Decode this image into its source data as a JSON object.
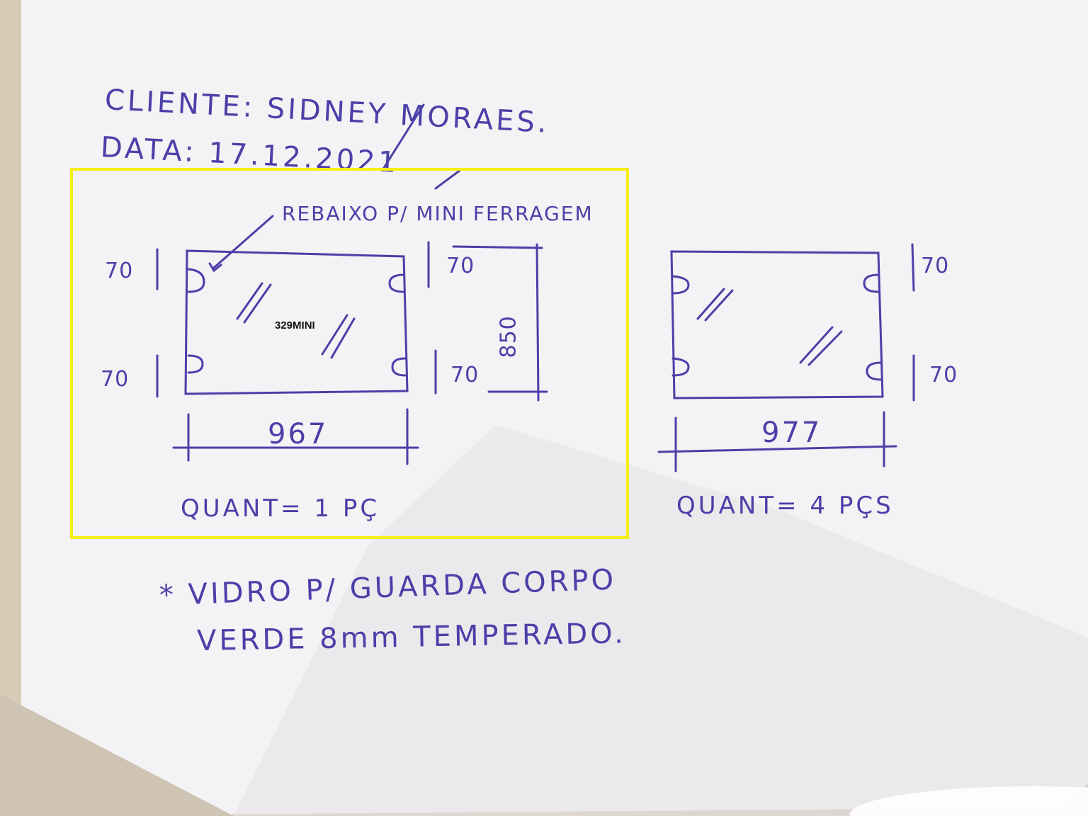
{
  "colors": {
    "ink": "#4b3fa8",
    "paper": "#f2f1f2",
    "background": "#d8cbb8",
    "highlight_box": "#f5ee15"
  },
  "header": {
    "cliente": "CLIENTE: SIDNEY MORAES.",
    "data": "DATA: 17.12.2021"
  },
  "annotation": "REBAIXO P/ MINI FERRAGEM",
  "piece_left": {
    "dims": {
      "top_left": "70",
      "bottom_left": "70",
      "top_right": "70",
      "bottom_right": "70",
      "height": "850",
      "width": "967"
    },
    "quantity": "QUANT= 1 PÇ"
  },
  "piece_right": {
    "dims": {
      "top_right": "70",
      "bottom_right": "70",
      "width": "977"
    },
    "quantity": "QUANT= 4 PÇS"
  },
  "notes": {
    "line1": "* VIDRO P/ GUARDA CORPO",
    "line2": "VERDE 8mm TEMPERADO."
  },
  "selection": {
    "label": "329MINI"
  }
}
